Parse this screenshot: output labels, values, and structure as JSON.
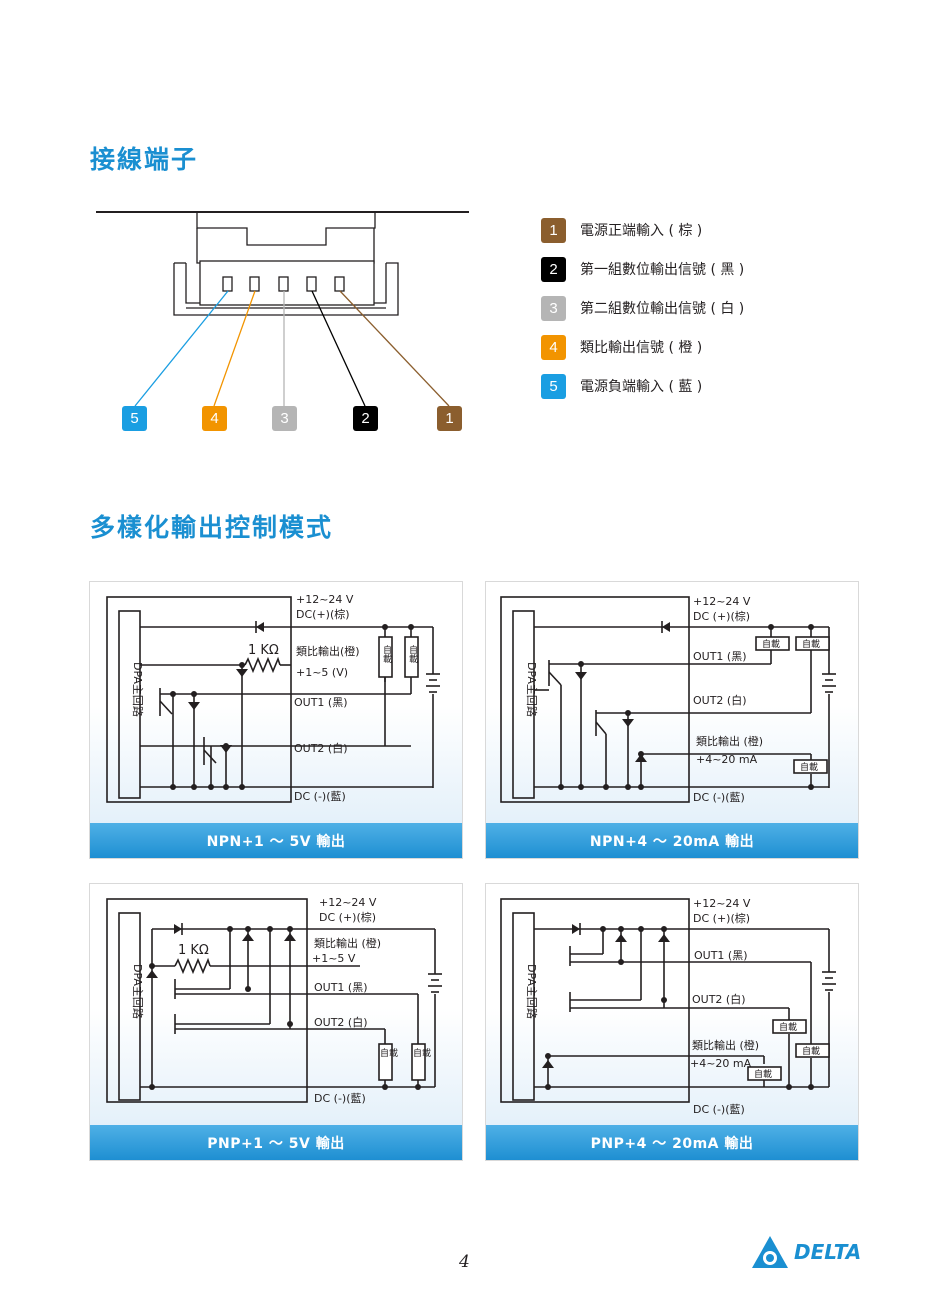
{
  "sections": {
    "terminal_title": "接線端子",
    "output_title": "多樣化輸出控制模式"
  },
  "legend": [
    {
      "num": "1",
      "color": "#8b5e2e",
      "label": "電源正端輸入 ( 棕 )"
    },
    {
      "num": "2",
      "color": "#000000",
      "label": "第一組數位輸出信號 ( 黑 )"
    },
    {
      "num": "3",
      "color": "#b5b5b5",
      "label": "第二組數位輸出信號 ( 白 )"
    },
    {
      "num": "4",
      "color": "#f29400",
      "label": "類比輸出信號 ( 橙 )"
    },
    {
      "num": "5",
      "color": "#1a9ee2",
      "label": "電源負端輸入 ( 藍 )"
    }
  ],
  "pins": [
    {
      "num": "5",
      "color": "#1a9ee2"
    },
    {
      "num": "4",
      "color": "#f29400"
    },
    {
      "num": "3",
      "color": "#b5b5b5"
    },
    {
      "num": "2",
      "color": "#000000"
    },
    {
      "num": "1",
      "color": "#8b5e2e"
    }
  ],
  "panels": {
    "npn_v": {
      "caption": "NPN+1 ～ 5V 輸出",
      "dpa": "DPA主回路",
      "supply": "+12~24 V",
      "dc_plus": "DC(+)(棕)",
      "resistor": "1 KΩ",
      "analog": "類比輸出(橙)",
      "analog_range": "+1~5 (V)",
      "out1": "OUT1 (黑)",
      "out2": "OUT2 (白)",
      "dc_minus": "DC (-)(藍)",
      "load": "自載"
    },
    "npn_ma": {
      "caption": "NPN+4 ～ 20mA 輸出",
      "dpa": "DPA主回路",
      "supply": "+12~24 V",
      "dc_plus": "DC (+)(棕)",
      "out1": "OUT1 (黑)",
      "out2": "OUT2 (白)",
      "analog": "類比輸出 (橙)",
      "analog_range": "+4~20 mA",
      "dc_minus": "DC (-)(藍)",
      "load": "自載"
    },
    "pnp_v": {
      "caption": "PNP+1 ～ 5V 輸出",
      "dpa": "DPA主回路",
      "supply": "+12~24 V",
      "dc_plus": "DC (+)(棕)",
      "resistor": "1 KΩ",
      "analog": "類比輸出 (橙)",
      "analog_range": "+1~5 V",
      "out1": "OUT1 (黑)",
      "out2": "OUT2 (白)",
      "dc_minus": "DC (-)(藍)",
      "load": "自載"
    },
    "pnp_ma": {
      "caption": "PNP+4 ～ 20mA 輸出",
      "dpa": "DPA主回路",
      "supply": "+12~24 V",
      "dc_plus": "DC (+)(棕)",
      "out1": "OUT1 (黑)",
      "out2": "OUT2 (白)",
      "analog": "類比輸出 (橙)",
      "analog_range": "+4~20 mA",
      "dc_minus": "DC (-)(藍)",
      "load": "自載"
    }
  },
  "footer": {
    "page_number": "4",
    "brand": "DELTA"
  }
}
